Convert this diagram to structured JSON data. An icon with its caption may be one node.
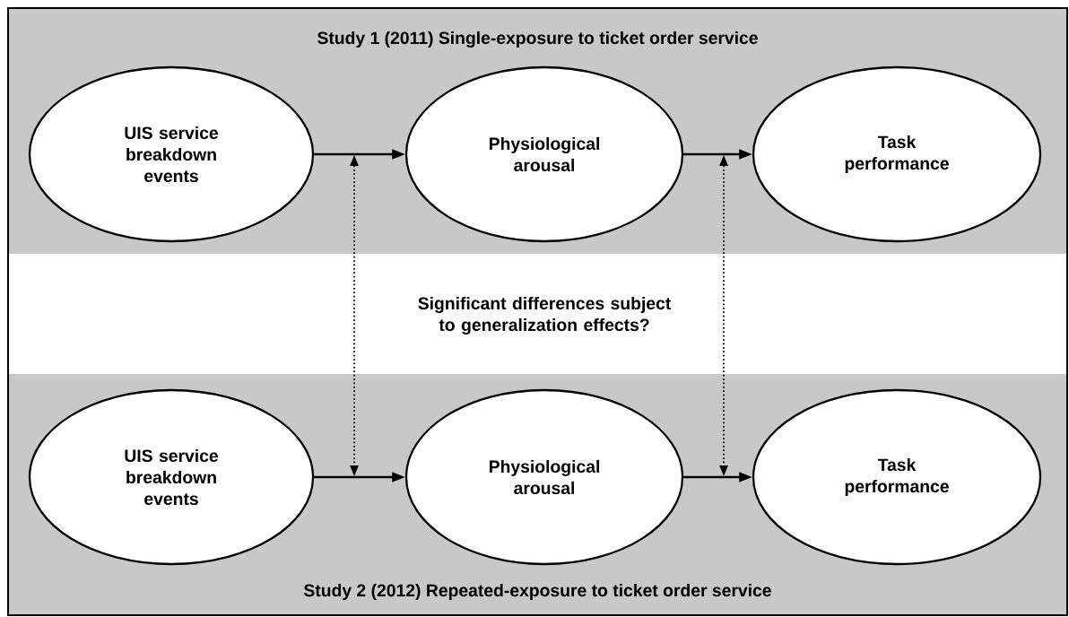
{
  "diagram": {
    "nodes": [
      {
        "text": [
          "Study 1 (2011) Single-exposure to ticket order service"
        ]
      },
      {
        "text": [
          "UIS service breakdown events"
        ],
        "in": 0
      },
      {
        "text": [
          "Physiological arousal"
        ],
        "in": 0
      },
      {
        "text": [
          "Task performance"
        ],
        "in": 0
      },
      {
        "text": [
          "Study 2 (2012) Repeated-exposure to ticket order service"
        ]
      },
      {
        "text": [
          "UIS service breakdown events"
        ],
        "in": 4
      },
      {
        "text": [
          "Physiological arousal"
        ],
        "in": 4
      },
      {
        "text": [
          "Task performance"
        ],
        "in": 4
      }
    ],
    "edges": [
      {
        "from": 1,
        "to": 2,
        "arrow": "to"
      },
      {
        "from": 2,
        "to": 3,
        "arrow": "to"
      },
      {
        "from": 5,
        "to": 6,
        "arrow": "to"
      },
      {
        "from": 6,
        "to": 7,
        "arrow": "to"
      }
    ],
    "labels": [
      "Significant differences subject to generalization effects?"
    ]
  }
}
